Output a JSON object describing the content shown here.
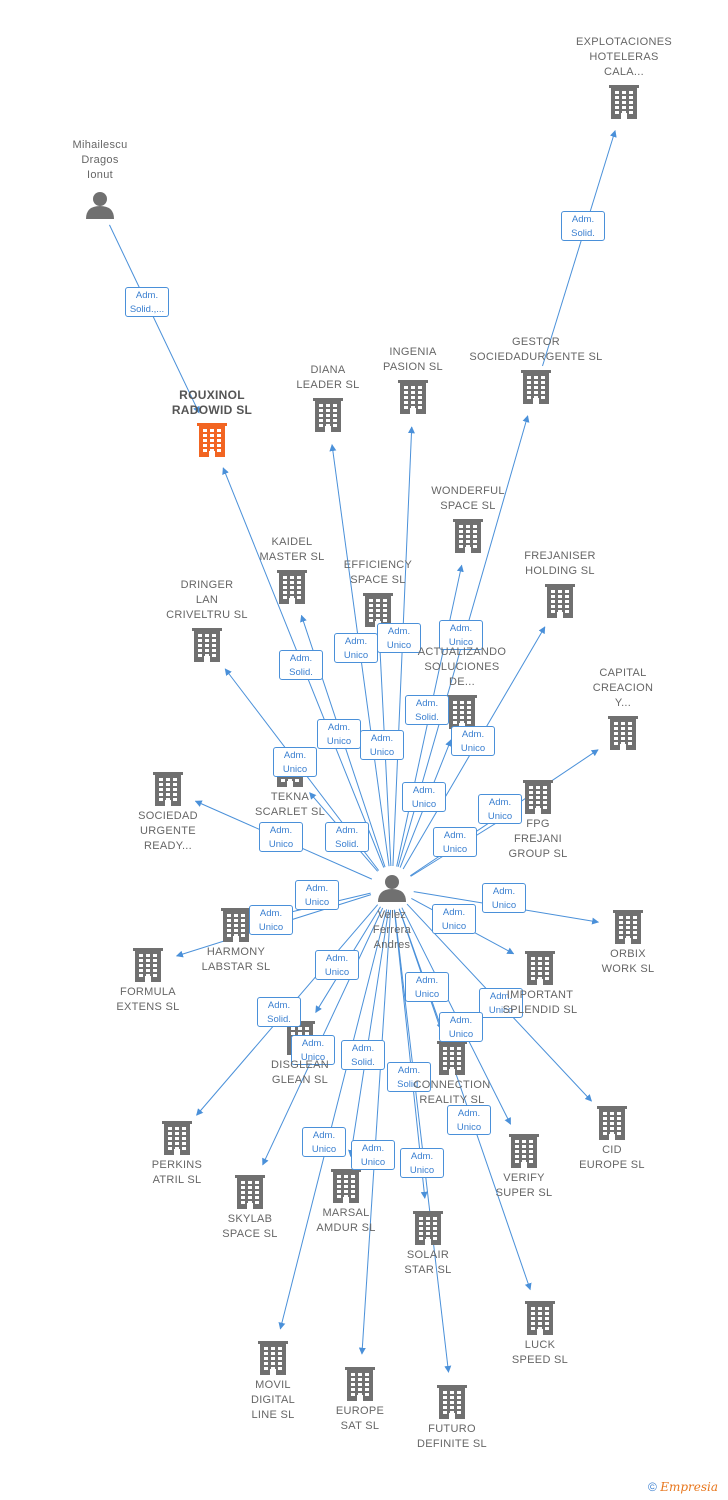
{
  "center": {
    "id": "velez",
    "label": "Velez\nFerrera\nAndres",
    "kind": "person"
  },
  "nodes": [
    {
      "id": "mihailescu",
      "label": "Mihailescu\nDragos\nIonut",
      "kind": "person"
    },
    {
      "id": "rouxinol",
      "label": "ROUXINOL\nRADOWID  SL",
      "kind": "company",
      "focus": true
    },
    {
      "id": "explotaciones",
      "label": "EXPLOTACIONES\nHOTELERAS\nCALA...",
      "kind": "company"
    },
    {
      "id": "gestor",
      "label": "GESTOR\nSOCIEDADURGENTE SL",
      "kind": "company"
    },
    {
      "id": "diana",
      "label": "DIANA\nLEADER  SL",
      "kind": "company"
    },
    {
      "id": "ingenia",
      "label": "INGENIA\nPASION  SL",
      "kind": "company"
    },
    {
      "id": "wonderful",
      "label": "WONDERFUL\nSPACE  SL",
      "kind": "company"
    },
    {
      "id": "kaidel",
      "label": "KAIDEL\nMASTER  SL",
      "kind": "company"
    },
    {
      "id": "efficiency",
      "label": "EFFICIENCY\nSPACE SL",
      "kind": "company"
    },
    {
      "id": "frejaniser",
      "label": "FREJANISER\nHOLDING  SL",
      "kind": "company"
    },
    {
      "id": "dringer",
      "label": "DRINGER\nLAN\nCRIVELTRU SL",
      "kind": "company"
    },
    {
      "id": "actualizando",
      "label": "ACTUALIZANDO\nSOLUCIONES\nDE...",
      "kind": "company"
    },
    {
      "id": "capital",
      "label": "CAPITAL\nCREACION\nY...",
      "kind": "company"
    },
    {
      "id": "sociedad",
      "label": "SOCIEDAD\nURGENTE\nREADY...",
      "kind": "company"
    },
    {
      "id": "tekna",
      "label": "TEKNA\nSCARLET  SL",
      "kind": "company"
    },
    {
      "id": "fpg",
      "label": "FPG\nFREJANI\nGROUP  SL",
      "kind": "company"
    },
    {
      "id": "harmony",
      "label": "HARMONY\nLABSTAR SL",
      "kind": "company"
    },
    {
      "id": "formula",
      "label": "FORMULA\nEXTENS  SL",
      "kind": "company"
    },
    {
      "id": "orbix",
      "label": "ORBIX\nWORK  SL",
      "kind": "company"
    },
    {
      "id": "important",
      "label": "IMPORTANT\nSPLENDID  SL",
      "kind": "company"
    },
    {
      "id": "disglean",
      "label": "DISGLEAN\nGLEAN  SL",
      "kind": "company"
    },
    {
      "id": "connection",
      "label": "CONNECTION\nREALITY  SL",
      "kind": "company"
    },
    {
      "id": "perkins",
      "label": "PERKINS\nATRIL  SL",
      "kind": "company"
    },
    {
      "id": "cid",
      "label": "CID\nEUROPE  SL",
      "kind": "company"
    },
    {
      "id": "skylab",
      "label": "SKYLAB\nSPACE  SL",
      "kind": "company"
    },
    {
      "id": "marsal",
      "label": "MARSAL\nAMDUR  SL",
      "kind": "company"
    },
    {
      "id": "verify",
      "label": "VERIFY\nSUPER  SL",
      "kind": "company"
    },
    {
      "id": "solair",
      "label": "SOLAIR\nSTAR  SL",
      "kind": "company"
    },
    {
      "id": "luck",
      "label": "LUCK\nSPEED  SL",
      "kind": "company"
    },
    {
      "id": "movil",
      "label": "MOVIL\nDIGITAL\nLINE SL",
      "kind": "company"
    },
    {
      "id": "europe",
      "label": "EUROPE\nSAT  SL",
      "kind": "company"
    },
    {
      "id": "futuro",
      "label": "FUTURO\nDEFINITE  SL",
      "kind": "company"
    }
  ],
  "edges": [
    {
      "from": "mihailescu",
      "to": "rouxinol",
      "label": "Adm.\nSolid.,..."
    },
    {
      "from": "gestor",
      "to": "explotaciones",
      "label": "Adm.\nSolid."
    },
    {
      "from": "velez",
      "to": "rouxinol",
      "label": "Adm.\nSolid."
    },
    {
      "from": "velez",
      "to": "diana",
      "label": "Adm.\nUnico"
    },
    {
      "from": "velez",
      "to": "ingenia",
      "label": "Adm.\nUnico"
    },
    {
      "from": "velez",
      "to": "gestor",
      "label": "Adm.\nUnico"
    },
    {
      "from": "velez",
      "to": "wonderful",
      "label": "Adm.\nSolid."
    },
    {
      "from": "velez",
      "to": "kaidel",
      "label": "Adm.\nUnico"
    },
    {
      "from": "velez",
      "to": "efficiency",
      "label": "Adm.\nUnico"
    },
    {
      "from": "velez",
      "to": "frejaniser",
      "label": "Adm.\nUnico"
    },
    {
      "from": "velez",
      "to": "dringer",
      "label": "Adm.\nUnico"
    },
    {
      "from": "velez",
      "to": "actualizando",
      "label": "Adm.\nUnico"
    },
    {
      "from": "velez",
      "to": "capital",
      "label": "Adm.\nUnico"
    },
    {
      "from": "velez",
      "to": "sociedad",
      "label": "Adm.\nUnico"
    },
    {
      "from": "velez",
      "to": "tekna",
      "label": "Adm.\nSolid."
    },
    {
      "from": "velez",
      "to": "fpg",
      "label": "Adm.\nUnico"
    },
    {
      "from": "velez",
      "to": "harmony",
      "label": "Adm.\nUnico"
    },
    {
      "from": "velez",
      "to": "formula",
      "label": "Adm.\nUnico"
    },
    {
      "from": "velez",
      "to": "orbix",
      "label": "Adm.\nUnico"
    },
    {
      "from": "velez",
      "to": "important",
      "label": "Adm.\nUnico"
    },
    {
      "from": "velez",
      "to": "disglean",
      "label": "Adm.\nUnico"
    },
    {
      "from": "velez",
      "to": "connection",
      "label": "Adm.\nUnico"
    },
    {
      "from": "velez",
      "to": "perkins",
      "label": "Adm.\nSolid."
    },
    {
      "from": "velez",
      "to": "cid",
      "label": "Adm.\nUnico"
    },
    {
      "from": "velez",
      "to": "skylab",
      "label": "Adm.\nUnico"
    },
    {
      "from": "velez",
      "to": "marsal",
      "label": "Adm.\nSolid."
    },
    {
      "from": "velez",
      "to": "verify",
      "label": "Adm.\nUnico"
    },
    {
      "from": "velez",
      "to": "solair",
      "label": "Adm.\nSolid."
    },
    {
      "from": "velez",
      "to": "luck",
      "label": "Adm.\nUnico"
    },
    {
      "from": "velez",
      "to": "movil",
      "label": "Adm.\nUnico"
    },
    {
      "from": "velez",
      "to": "europe",
      "label": "Adm.\nUnico"
    },
    {
      "from": "velez",
      "to": "futuro",
      "label": "Adm.\nUnico"
    }
  ],
  "footer": {
    "copyright": "©",
    "brand": "Empresia"
  },
  "colors": {
    "edge": "#4a90d9",
    "company": "#707070",
    "focus": "#f26522",
    "person": "#707070"
  }
}
